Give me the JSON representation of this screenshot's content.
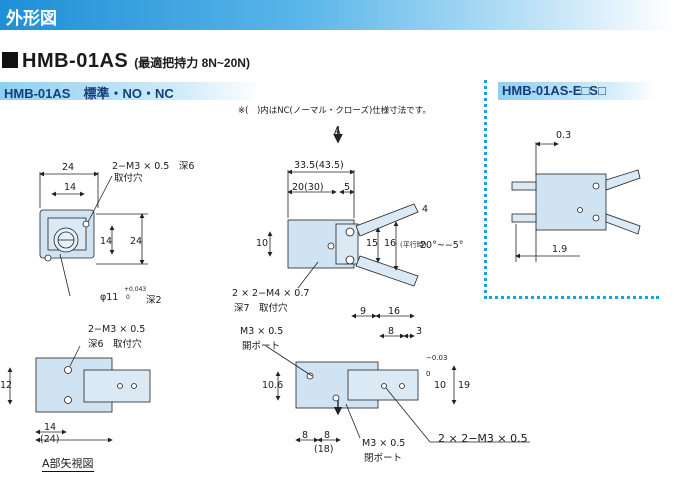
{
  "header": {
    "title": "外形図"
  },
  "model": {
    "name": "HMB-01AS",
    "subtitle": "(最適把持力 8N~20N)"
  },
  "sections": {
    "main": "HMB-01AS　標準・NO・NC",
    "side": "HMB-01AS-E□S□"
  },
  "note": "※(　)内はNC(ノーマル・クローズ)仕様寸法です。",
  "view_arrow_label": "A",
  "caption": "A部矢視図",
  "dims": {
    "front_24_top": "24",
    "front_14_top": "14",
    "front_tap": "2−M3 × 0.5　深6",
    "front_tap2": "取付穴",
    "front_14_side": "14",
    "front_24_side": "24",
    "front_hole": "φ11",
    "front_hole_tol": "+0.043",
    "front_hole_tol0": "0",
    "front_depth": "深2",
    "side_total": "33.5(43.5)",
    "side_20": "20(30)",
    "side_5": "5",
    "side_10": "10",
    "side_15": "15",
    "side_16": "16",
    "side_parallel": "(平行時)",
    "side_4": "4",
    "side_angle": "20°~−5°",
    "side_tap": "2 × 2−M4 × 0.7",
    "side_tap2": "深7　取付穴",
    "a_tap": "2−M3 × 0.5",
    "a_tap2": "深6　取付穴",
    "a_12": "12",
    "a_14": "14",
    "a_24": "(24)",
    "b_port": "M3 × 0.5",
    "b_port2": "開ポート",
    "b_9": "9",
    "b_16": "16",
    "b_8": "8",
    "b_3": "3",
    "b_10_6": "10.6",
    "b_0": "0",
    "b_tol": "−0.03",
    "b_10": "10",
    "b_19": "19",
    "b_8a": "8",
    "b_8b": "8",
    "b_18": "(18)",
    "b_port3": "M3 × 0.5",
    "b_port4": "閉ポート",
    "b_tap": "2 × 2−M3 × 0.5",
    "e_03": "0.3",
    "e_19": "1.9"
  },
  "colors": {
    "body": "#cfe3f3",
    "outline": "#222222",
    "accent": "#1f8fd6"
  }
}
